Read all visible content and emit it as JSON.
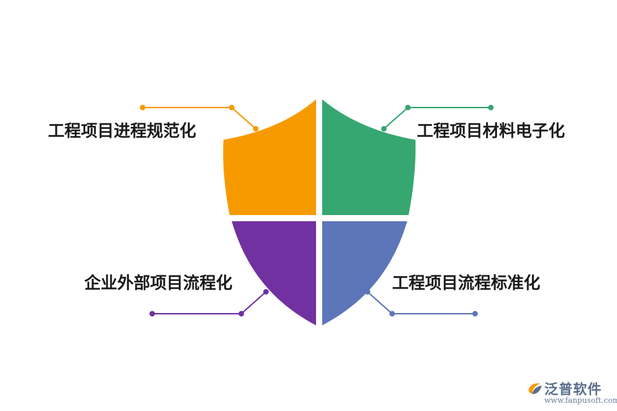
{
  "diagram": {
    "quadrants": [
      {
        "id": "top-left",
        "label": "工程项目进程规范化",
        "color": "#F79A00"
      },
      {
        "id": "top-right",
        "label": "工程项目材料电子化",
        "color": "#36A771"
      },
      {
        "id": "bottom-left",
        "label": "企业外部项目流程化",
        "color": "#7131A0"
      },
      {
        "id": "bottom-right",
        "label": "工程项目流程标准化",
        "color": "#5D76B9"
      }
    ]
  },
  "watermark": {
    "brand": "泛普软件",
    "url": "www.fanpusoft.com",
    "logo_icon": "fanpu-logo-icon",
    "color": "#5a6f8c"
  }
}
